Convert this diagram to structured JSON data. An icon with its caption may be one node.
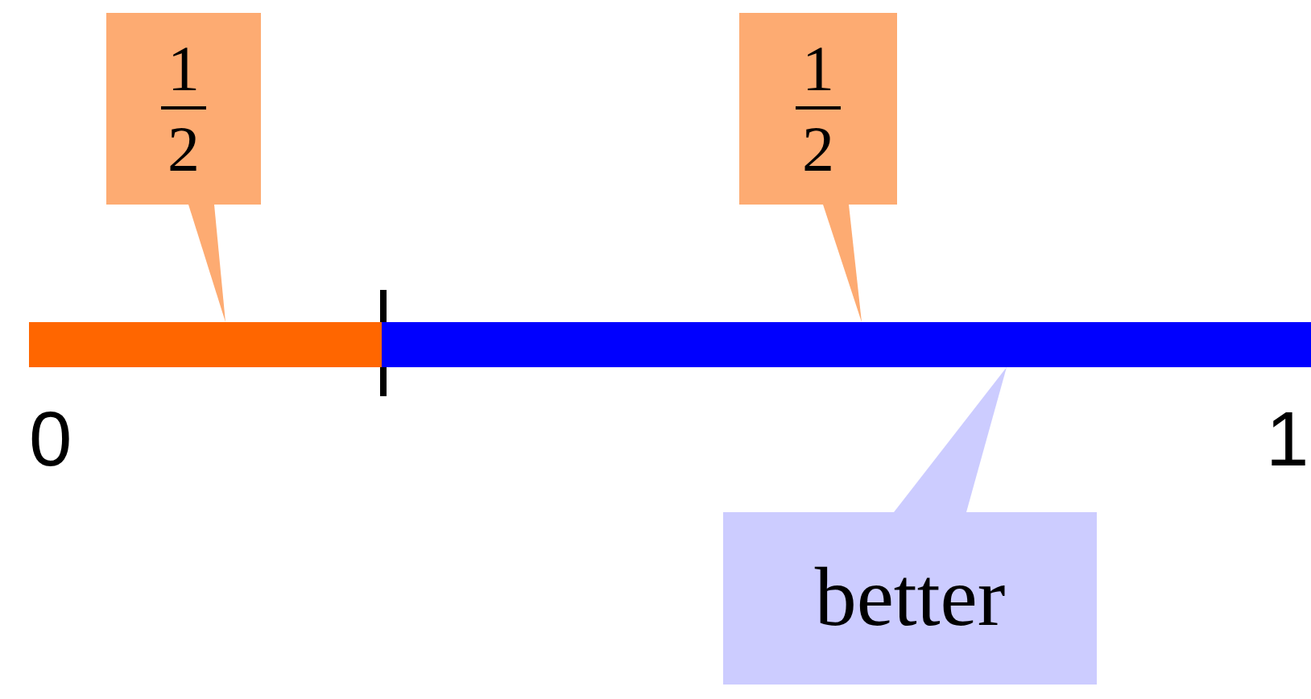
{
  "diagram": {
    "nodes": [
      {
        "text": [
          "1/2"
        ]
      },
      {
        "text": [
          "1/2"
        ]
      },
      {
        "text": [],
        "shape": "bar"
      },
      {
        "text": [],
        "shape": "bar"
      },
      {
        "text": [
          "better"
        ]
      }
    ],
    "edges": [
      {
        "from": 0,
        "to": 2,
        "arrow": "to"
      },
      {
        "from": 1,
        "to": 3,
        "arrow": "to"
      },
      {
        "from": 4,
        "to": 3,
        "arrow": "to"
      }
    ],
    "labels": [
      "0",
      "1"
    ]
  }
}
